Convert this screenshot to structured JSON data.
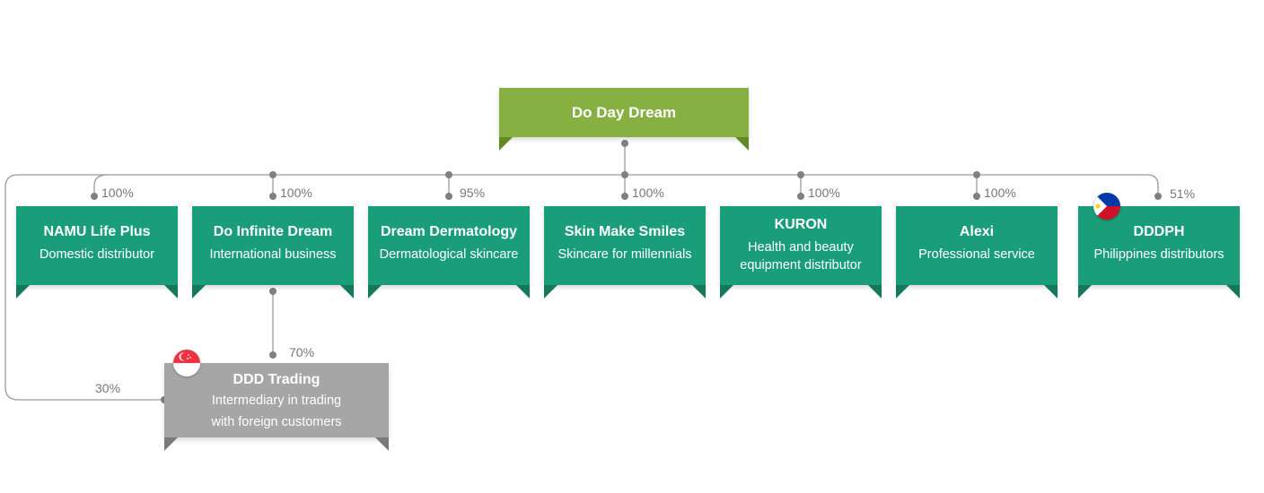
{
  "root": {
    "name": "Do Day Dream"
  },
  "companies": [
    {
      "name": "NAMU Life Plus",
      "desc": "Domestic distributor",
      "pct": "100%"
    },
    {
      "name": "Do Infinite Dream",
      "desc": "International business",
      "pct": "100%"
    },
    {
      "name": "Dream Dermatology",
      "desc": "Dermatological skincare",
      "pct": "95%"
    },
    {
      "name": "Skin Make Smiles",
      "desc": "Skincare for millennials",
      "pct": "100%"
    },
    {
      "name": "KURON",
      "desc": "Health and beauty equipment distributor",
      "pct": "100%"
    },
    {
      "name": "Alexi",
      "desc": "Professional service",
      "pct": "100%"
    },
    {
      "name": "DDDPH",
      "desc": "Philippines distributors",
      "pct": "51%",
      "flag": "philippines-flag"
    }
  ],
  "sub": {
    "name": "DDD Trading",
    "desc1": "Intermediary in trading",
    "desc2": "with foreign customers",
    "pct_parent": "70%",
    "pct_namu": "30%",
    "flag": "singapore-flag"
  },
  "colors": {
    "root": "#86b142",
    "card": "#1a9e7a",
    "sub": "#a6a6a6",
    "line": "#8a8a8e"
  }
}
